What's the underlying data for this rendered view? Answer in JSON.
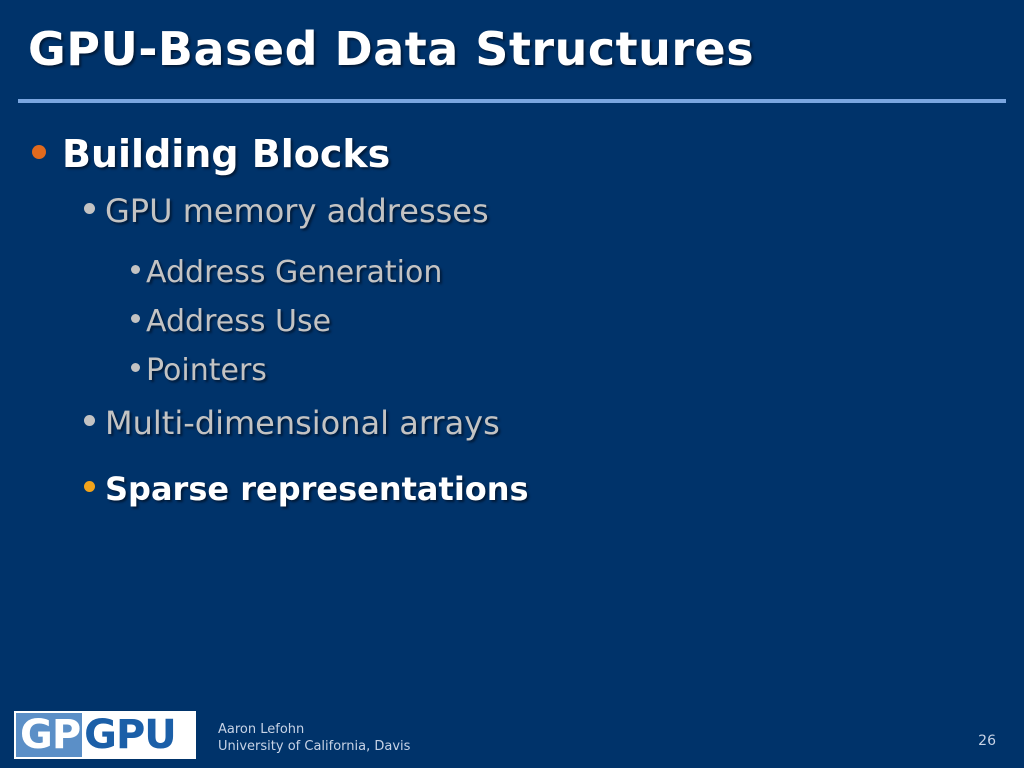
{
  "slide": {
    "title": "GPU-Based Data Structures",
    "bullets": {
      "l1_0": "Building Blocks",
      "l2_0": "GPU memory addresses",
      "l3_0": "Address Generation",
      "l3_1": "Address Use",
      "l3_2": "Pointers",
      "l2_1": "Multi-dimensional arrays",
      "l2_2": "Sparse representations"
    }
  },
  "footer": {
    "logo_part1": "GP",
    "logo_part2": "GPU",
    "author": "Aaron Lefohn",
    "affiliation": "University of California, Davis",
    "page_number": "26"
  },
  "colors": {
    "background": "#00336a",
    "rule": "#7aa6e0",
    "bullet_orange": "#e06a1e",
    "bullet_highlight": "#f2a31b"
  }
}
